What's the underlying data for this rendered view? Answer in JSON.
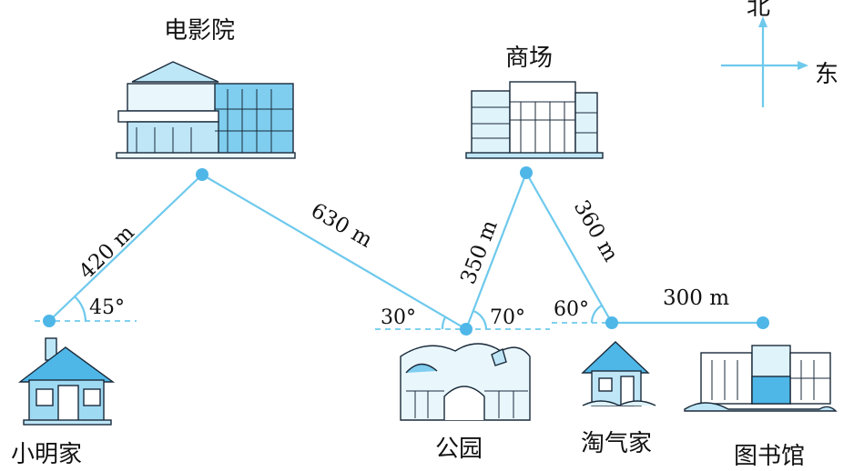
{
  "places": {
    "cinema": "电影院",
    "mall": "商场",
    "xiaoming_home": "小明家",
    "park": "公园",
    "taoqi_home": "淘气家",
    "library": "图书馆"
  },
  "compass": {
    "north": "北",
    "east": "东"
  },
  "distances": {
    "home_to_cinema": "420 m",
    "cinema_to_park": "630 m",
    "park_to_mall": "350 m",
    "mall_to_taoqi": "360 m",
    "taoqi_to_library": "300 m"
  },
  "angles": {
    "home": "45°",
    "park_left": "30°",
    "park_right": "70°",
    "taoqi": "60°"
  },
  "colors": {
    "route": "#6ec9ec",
    "point": "#4fb7e8"
  }
}
